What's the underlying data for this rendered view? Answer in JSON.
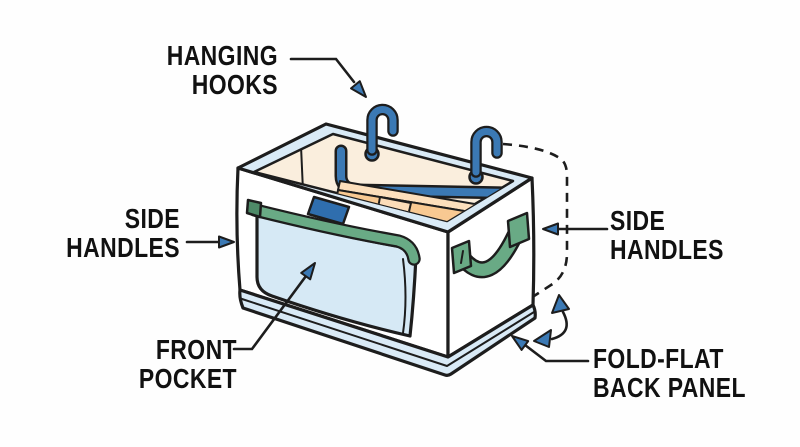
{
  "colors": {
    "accent_blue": "#3b79b4",
    "deep_blue": "#2f6eae",
    "trim_blue": "#d9eaf6",
    "pocket_blue": "#d6e9f5",
    "interior_cream": "#faeedd",
    "panel_light": "#fcdfbc",
    "panel_orange": "#f8c992",
    "panel_mid": "#fbdcb8",
    "handle_green": "#69aa85",
    "handle_green_dark": "#4e8a68",
    "face_white": "#ffffff",
    "outline": "#1d1d1d",
    "label_text": "#111111",
    "background": "#fefefe"
  },
  "labels": {
    "hanging_hooks": {
      "line1": "HANGING",
      "line2": "HOOKS"
    },
    "side_handles_left": {
      "line1": "SIDE",
      "line2": "HANDLES"
    },
    "side_handles_right": {
      "line1": "SIDE",
      "line2": "HANDLES"
    },
    "front_pocket": {
      "line1": "FRONT",
      "line2": "POCKET"
    },
    "fold_flat_back_panel": {
      "line1": "FOLD-FLAT",
      "line2": "BACK PANEL"
    }
  }
}
